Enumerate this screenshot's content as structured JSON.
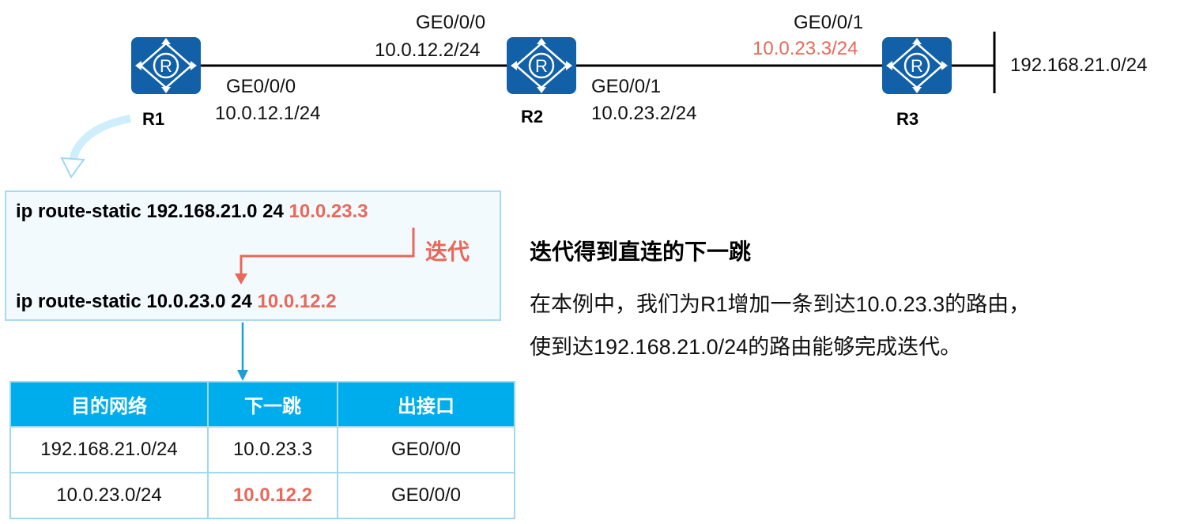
{
  "topology": {
    "routers": [
      {
        "label": "R1"
      },
      {
        "label": "R2"
      },
      {
        "label": "R3"
      }
    ],
    "links": {
      "r1_r2": {
        "r1_iface": "GE0/0/0",
        "r1_ip": "10.0.12.1/24",
        "r2_iface": "GE0/0/0",
        "r2_ip": "10.0.12.2/24"
      },
      "r2_r3": {
        "r2_iface": "GE0/0/1",
        "r2_ip": "10.0.23.2/24",
        "r3_iface": "GE0/0/1",
        "r3_ip": "10.0.23.3/24"
      }
    },
    "r3_network": "192.168.21.0/24",
    "router_icon_letter": "R"
  },
  "commands": {
    "line1_prefix": "ip route-static 192.168.21.0 24 ",
    "line1_nexthop": "10.0.23.3",
    "iterate_label": "迭代",
    "line2_prefix": "ip route-static 10.0.23.0 24 ",
    "line2_nexthop": "10.0.12.2"
  },
  "table": {
    "headers": [
      "目的网络",
      "下一跳",
      "出接口"
    ],
    "rows": [
      [
        "192.168.21.0/24",
        "10.0.23.3",
        "GE0/0/0"
      ],
      [
        "10.0.23.0/24",
        "10.0.12.2",
        "GE0/0/0"
      ]
    ]
  },
  "description": {
    "title": "迭代得到直连的下一跳",
    "line1": "在本例中，我们为R1增加一条到达10.0.23.3的路由，",
    "line2": "使到达192.168.21.0/24的路由能够完成迭代。"
  },
  "colors": {
    "router": "#1160a8",
    "highlight": "#e8685a",
    "table_header": "#00adec",
    "box_border": "#a7dcef",
    "box_fill": "#f2fafd",
    "arrow_blue": "#1a9fd8"
  }
}
